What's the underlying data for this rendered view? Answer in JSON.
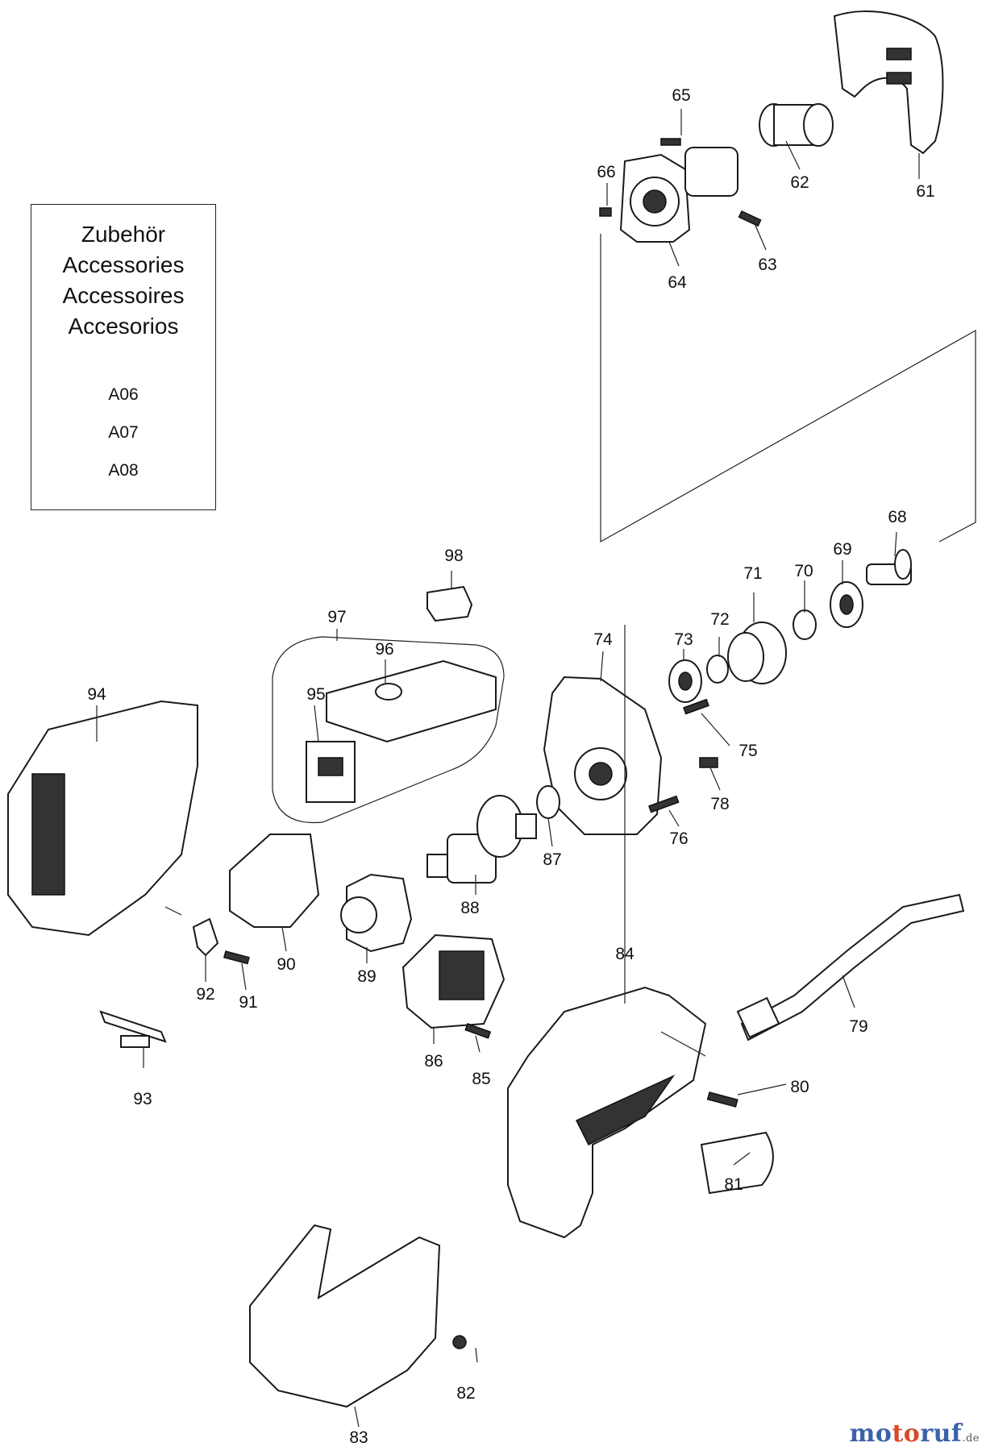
{
  "legend": {
    "headers": [
      "Zubehör",
      "Accessories",
      "Accessoires",
      "Accesorios"
    ],
    "items": [
      "A06",
      "A07",
      "A08"
    ]
  },
  "labels": {
    "p61": "61",
    "p62": "62",
    "p63": "63",
    "p64": "64",
    "p65": "65",
    "p66": "66",
    "p68": "68",
    "p69": "69",
    "p70": "70",
    "p71": "71",
    "p72": "72",
    "p73": "73",
    "p74": "74",
    "p75": "75",
    "p76": "76",
    "p78": "78",
    "p79": "79",
    "p80": "80",
    "p81": "81",
    "p82": "82",
    "p83": "83",
    "p84": "84",
    "p85": "85",
    "p86": "86",
    "p87": "87",
    "p88": "88",
    "p89": "89",
    "p90": "90",
    "p91": "91",
    "p92": "92",
    "p93": "93",
    "p94": "94",
    "p95": "95",
    "p96": "96",
    "p97": "97",
    "p98": "98"
  },
  "logo": {
    "part1": "mo",
    "part2": "to",
    "part3": "ruf",
    "suffix": ".de"
  }
}
